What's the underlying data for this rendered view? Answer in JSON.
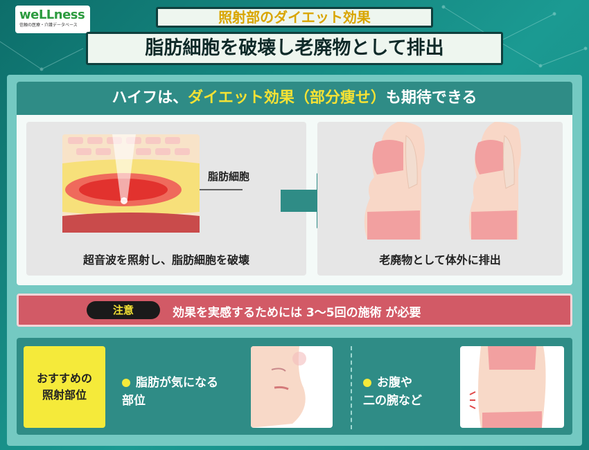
{
  "header": {
    "logo_text": "weLLness",
    "logo_subtitle": "信頼の医療・介護データベース",
    "subtitle": "照射部のダイエット効果",
    "title": "脂肪細胞を破壊し老廃物として排出"
  },
  "section1": {
    "title_part1": "ハイフは、",
    "title_highlight": "ダイエット効果（部分痩せ）",
    "title_part2": "も期待できる",
    "left_label": "脂肪細胞",
    "left_caption": "超音波を照射し、脂肪細胞を破壊",
    "right_caption": "老廃物として体外に排出"
  },
  "notice": {
    "badge": "注意",
    "text": "効果を実感するためには 3〜5回の施術 が必要"
  },
  "recommend": {
    "label": "おすすめの\n照射部位",
    "item1": "脂肪が気になる\n部位",
    "item2": "お腹や\n二の腕など"
  },
  "colors": {
    "teal": "#2f8c86",
    "yellow_highlight": "#f5e234",
    "notice_red": "#d25a66"
  }
}
